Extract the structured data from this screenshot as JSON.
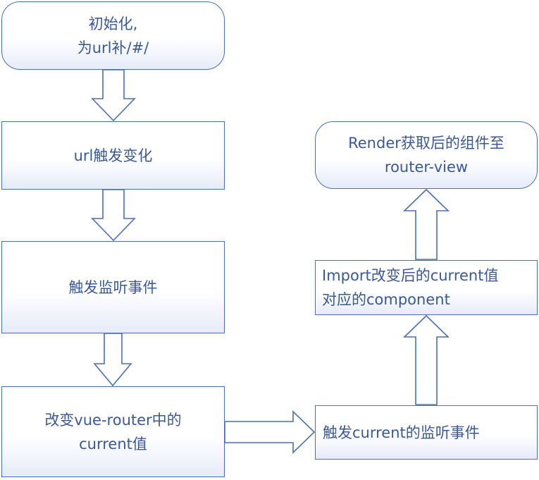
{
  "colors": {
    "stroke": "#4a6fb4",
    "text": "#3b5896",
    "fill_bottom": "#e6ebf8"
  },
  "nodes": {
    "init": {
      "line1": "初始化,",
      "line2": "为url补/#/"
    },
    "url_change": {
      "label": "url触发变化"
    },
    "trigger_listener": {
      "label": "触发监听事件"
    },
    "change_current": {
      "line1": "改变vue-router中的",
      "line2": "current值"
    },
    "current_listener": {
      "label": "触发current的监听事件"
    },
    "import_component": {
      "line1": "Import改变后的current值",
      "line2": "对应的component"
    },
    "render": {
      "line1": "Render获取后的组件至",
      "line2": "router-view"
    }
  }
}
